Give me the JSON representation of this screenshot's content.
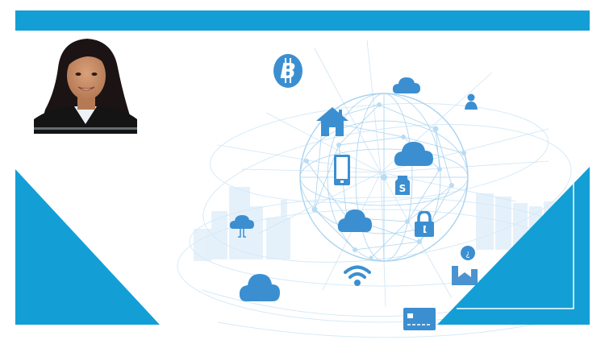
{
  "colors": {
    "accent": "#139fd6",
    "icon": "#3b8fd1",
    "network": "#a9d3ef",
    "network_light": "#d6eaf8",
    "background": "#ffffff"
  },
  "banner": {
    "top_bar": "solid-blue-bar",
    "left_shape": "blue-right-triangle",
    "right_shape": "blue-right-triangle-with-inset-border"
  },
  "instructor": {
    "photo": "instructor-portrait"
  },
  "illustration": {
    "globe": "network-globe",
    "icons": [
      {
        "name": "bitcoin-icon"
      },
      {
        "name": "cloud-icon"
      },
      {
        "name": "user-icon"
      },
      {
        "name": "home-icon"
      },
      {
        "name": "smartphone-icon"
      },
      {
        "name": "cloud-icon"
      },
      {
        "name": "dollar-tag-icon"
      },
      {
        "name": "cloud-icon"
      },
      {
        "name": "lock-icon"
      },
      {
        "name": "cloud-network-icon"
      },
      {
        "name": "wifi-icon"
      },
      {
        "name": "cloud-icon"
      },
      {
        "name": "factory-icon"
      },
      {
        "name": "credit-card-icon"
      }
    ]
  }
}
